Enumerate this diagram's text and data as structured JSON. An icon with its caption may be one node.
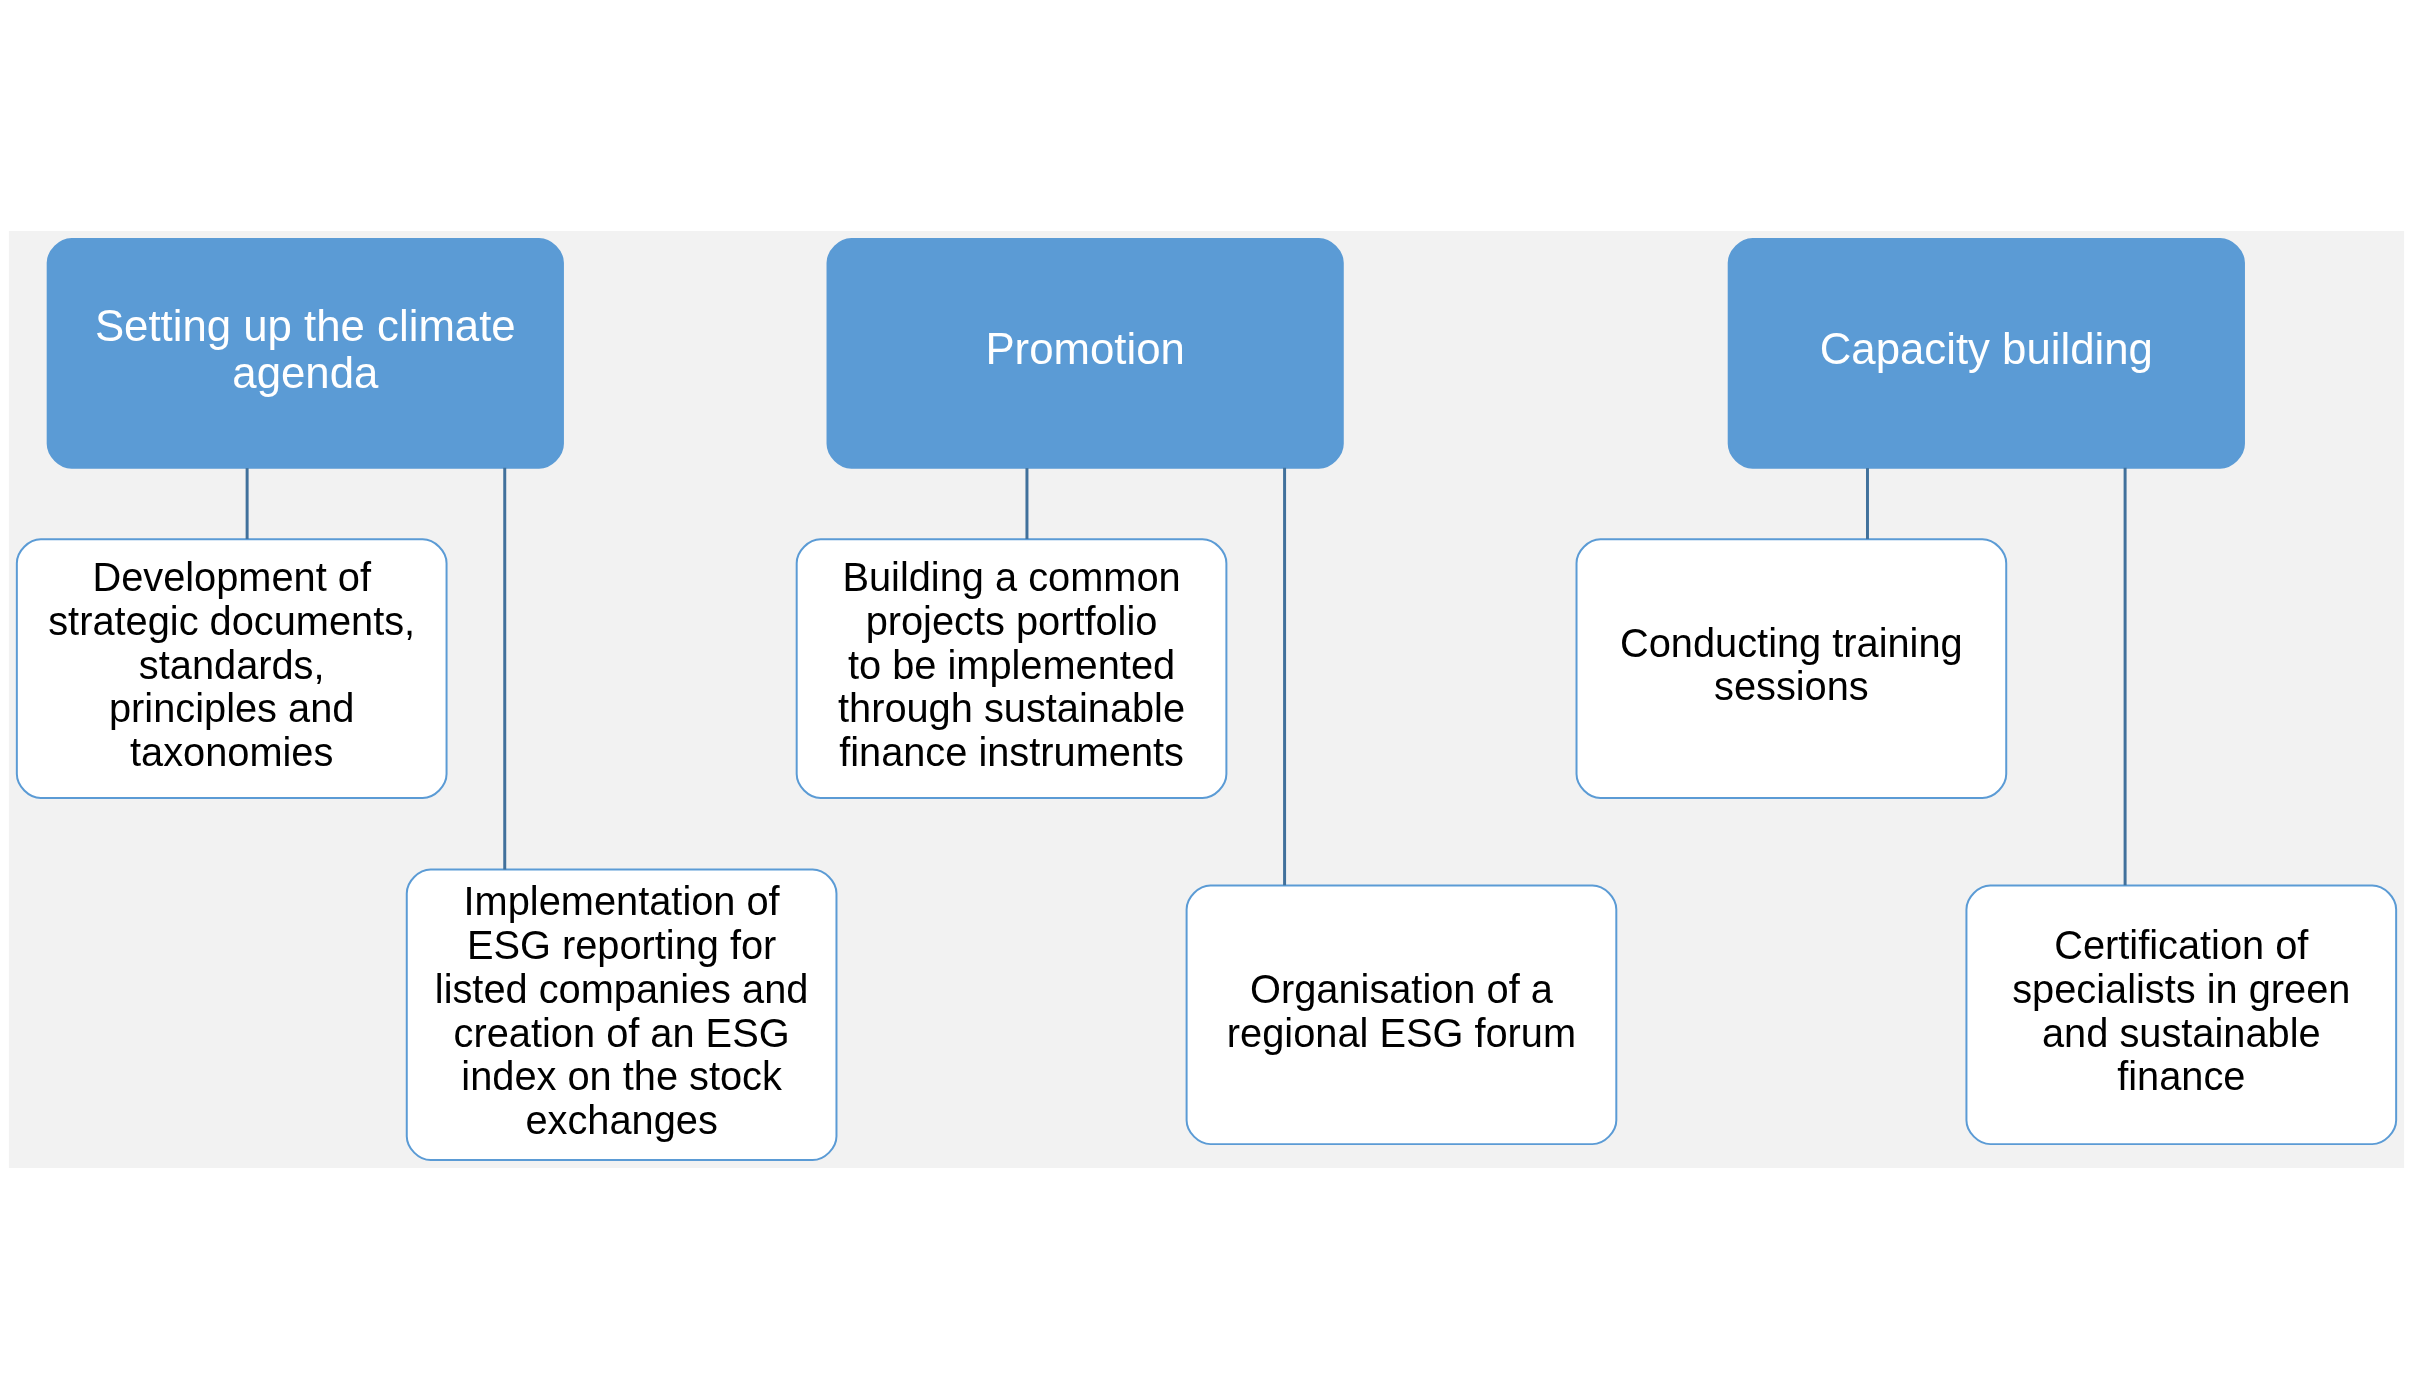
{
  "diagram": {
    "nodes": [
      {
        "text": [
          "Setting up the climate agenda"
        ]
      },
      {
        "text": [
          "Development of strategic documents, standards, principles and taxonomies"
        ]
      },
      {
        "text": [
          "Implementation of ESG reporting for listed companies and creation of an ESG index on the stock exchanges"
        ]
      },
      {
        "text": [
          "Promotion"
        ]
      },
      {
        "text": [
          "Building a common projects portfolio to be implemented through sustainable finance instruments"
        ]
      },
      {
        "text": [
          "Organisation of a regional ESG forum"
        ]
      },
      {
        "text": [
          "Capacity building"
        ]
      },
      {
        "text": [
          "Conducting training sessions"
        ]
      },
      {
        "text": [
          "Certification of specialists in green and sustainable finance"
        ]
      }
    ],
    "edges": [
      {
        "from": 0,
        "to": 1,
        "arrow": "none"
      },
      {
        "from": 0,
        "to": 2,
        "arrow": "none"
      },
      {
        "from": 3,
        "to": 4,
        "arrow": "none"
      },
      {
        "from": 3,
        "to": 5,
        "arrow": "none"
      },
      {
        "from": 6,
        "to": 7,
        "arrow": "none"
      },
      {
        "from": 6,
        "to": 8,
        "arrow": "none"
      }
    ]
  }
}
